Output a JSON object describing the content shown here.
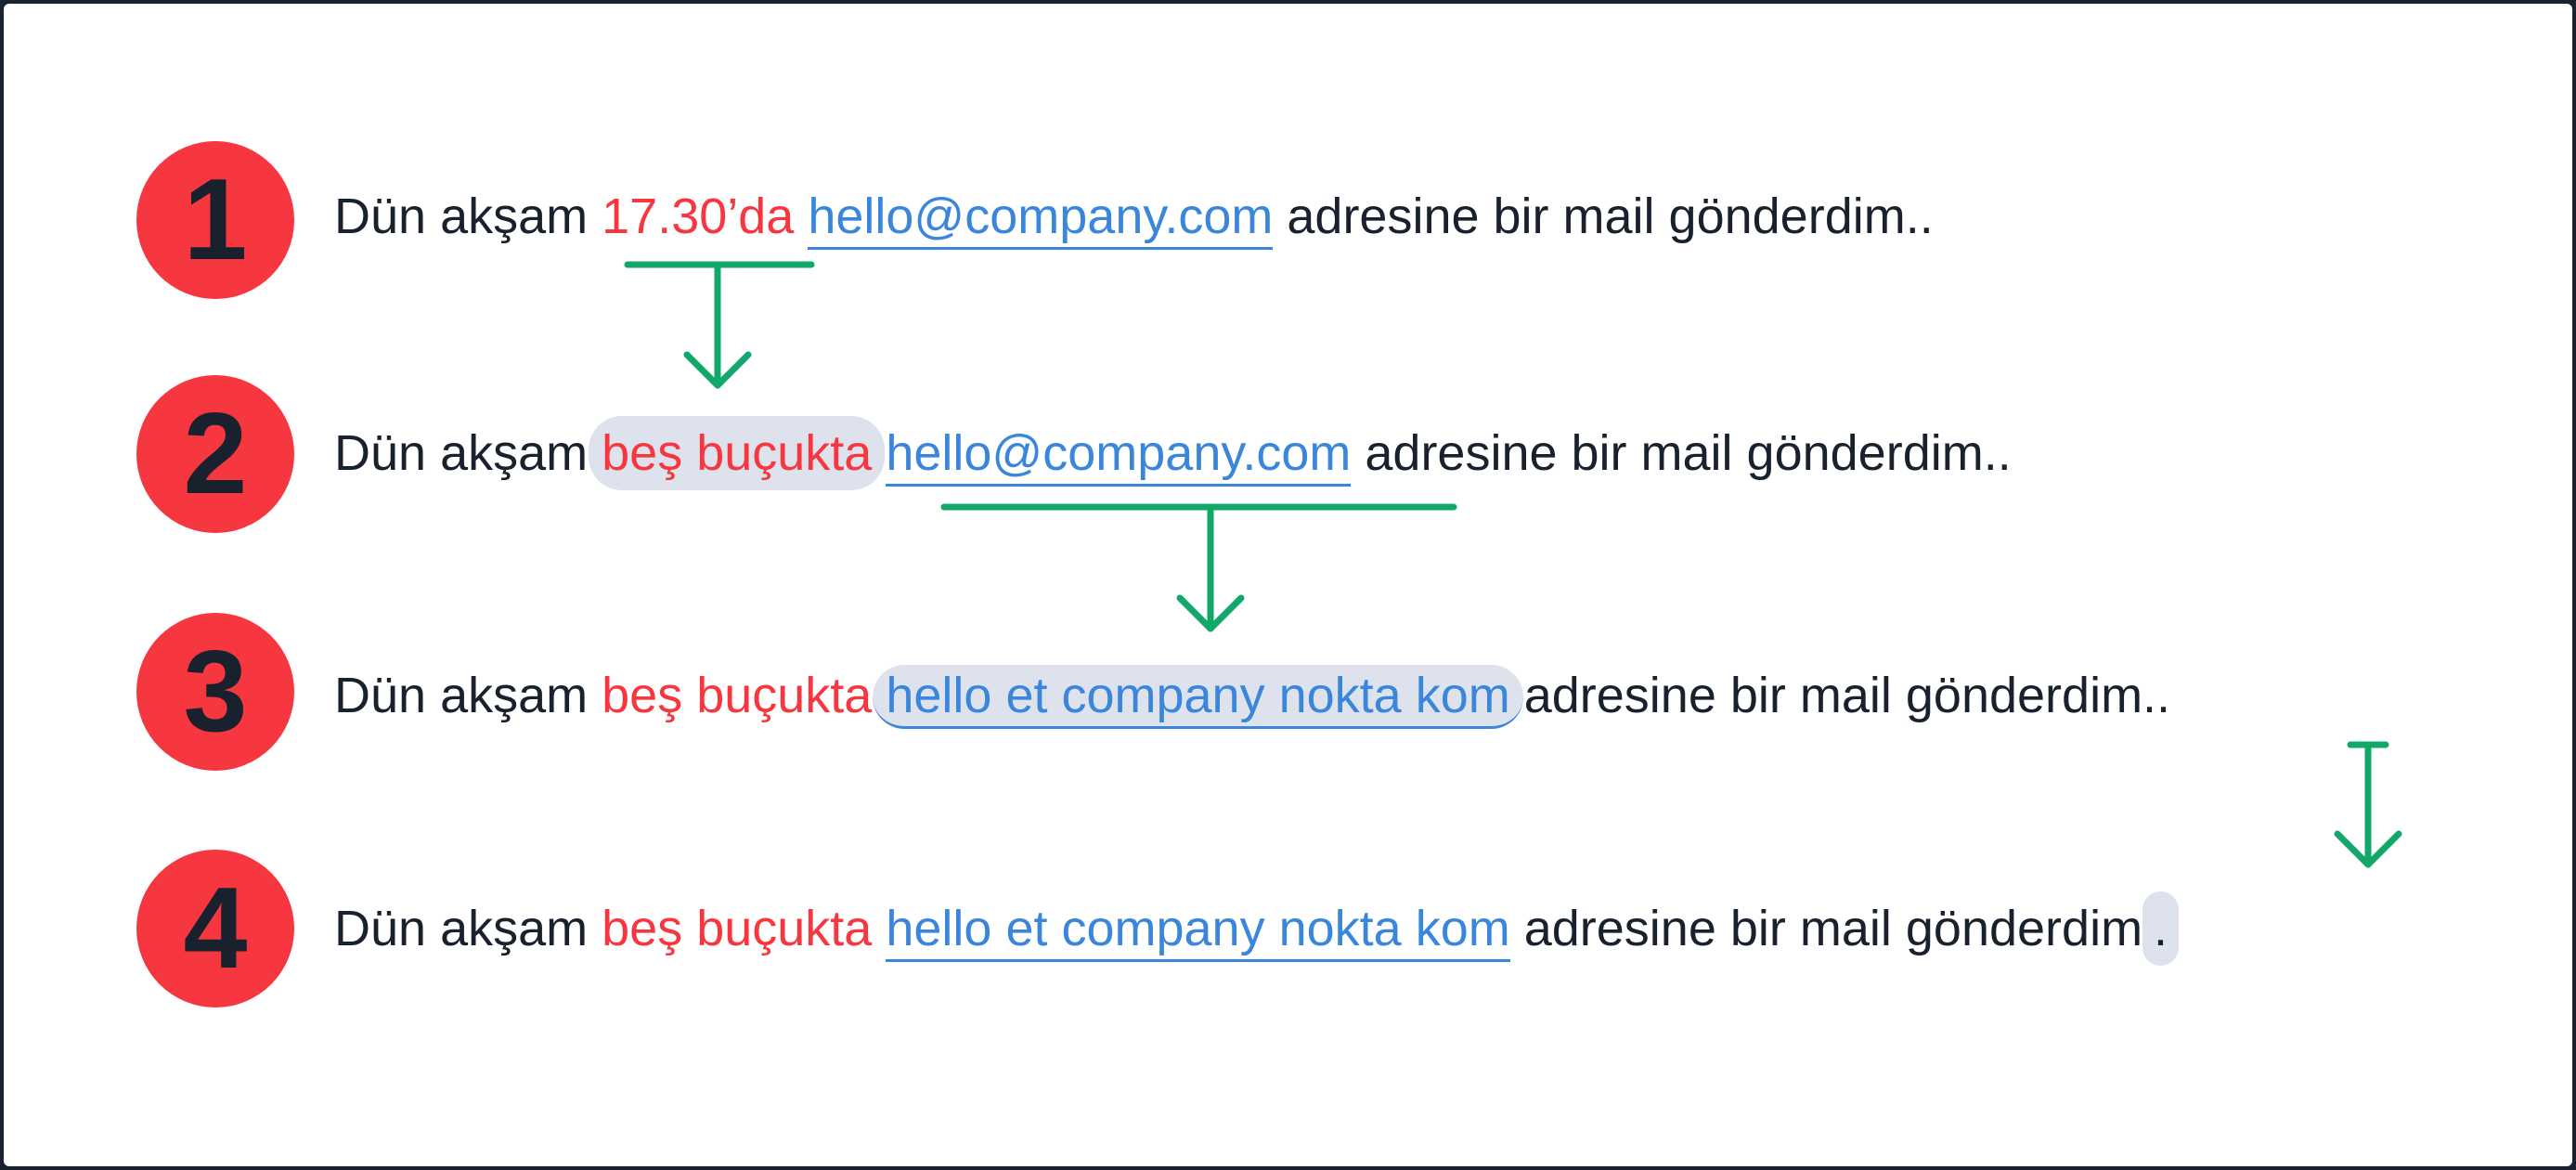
{
  "colors": {
    "background_border": "#1a2130",
    "badge": "#f7373f",
    "text": "#19202e",
    "highlight_red": "#f7373f",
    "link": "#3a86dc",
    "arrow": "#12a86a",
    "pill": "#dde2ec"
  },
  "steps": [
    {
      "number": "1",
      "prefix": "Dün akşam ",
      "time": "17.30’da",
      "email": "hello@company.com",
      "suffix": " adresine bir mail gönderdim.."
    },
    {
      "number": "2",
      "prefix": "Dün akşam ",
      "time": "beş buçukta",
      "email": "hello@company.com",
      "suffix": " adresine bir mail gönderdim.."
    },
    {
      "number": "3",
      "prefix": "Dün akşam ",
      "time": "beş buçukta",
      "email": "hello et company nokta kom",
      "suffix": " adresine bir mail gönderdim.."
    },
    {
      "number": "4",
      "prefix": "Dün akşam ",
      "time": "beş buçukta",
      "email": "hello et company nokta kom",
      "suffix": " adresine bir mail gönderdim",
      "end": "."
    }
  ],
  "arrows": [
    {
      "name": "time-normalization-arrow"
    },
    {
      "name": "email-normalization-arrow"
    },
    {
      "name": "punctuation-normalization-arrow"
    }
  ]
}
